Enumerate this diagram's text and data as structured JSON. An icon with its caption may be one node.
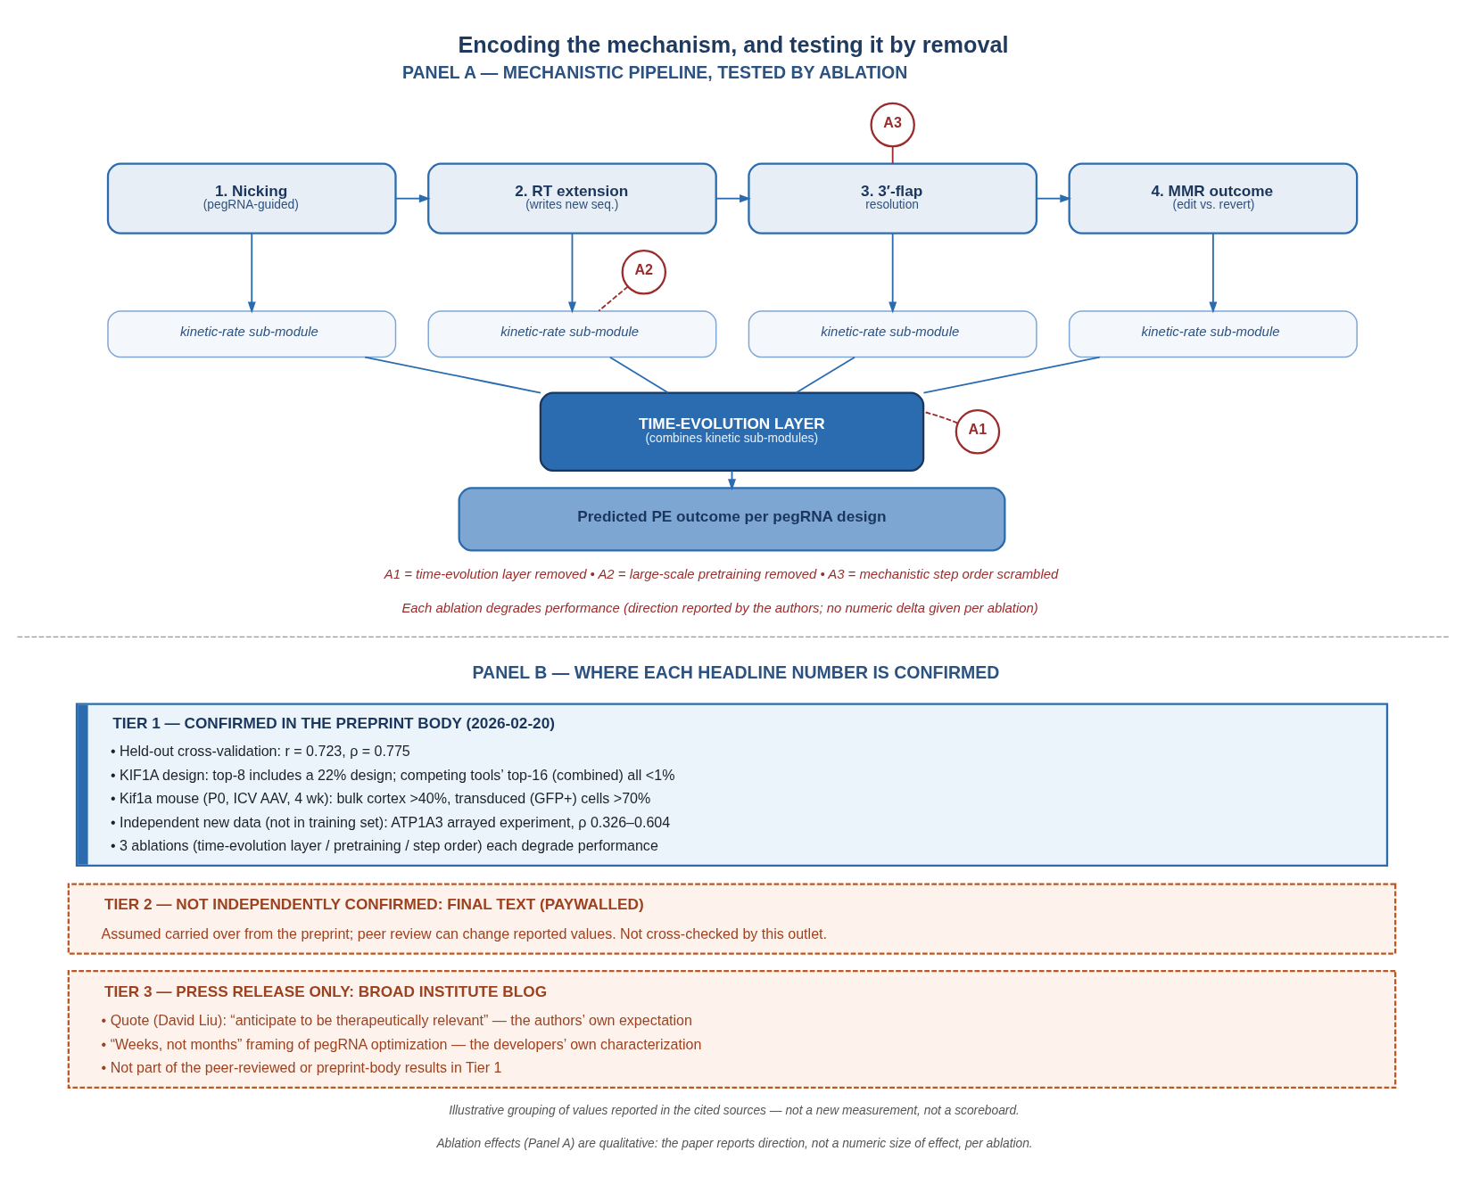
{
  "diagram": {
    "title": "Encoding the mechanism, and testing it by removal",
    "nodes": [
      {
        "text": [
          "1. Nicking",
          "(pegRNA-guided)"
        ]
      },
      {
        "text": [
          "2. RT extension",
          "(writes new seq.)"
        ]
      },
      {
        "text": [
          "3. 3′-flap",
          "resolution"
        ]
      },
      {
        "text": [
          "4. MMR outcome",
          "(edit vs. revert)"
        ]
      },
      {
        "text": [
          "kinetic-rate sub-module"
        ]
      },
      {
        "text": [
          "kinetic-rate sub-module"
        ]
      },
      {
        "text": [
          "kinetic-rate sub-module"
        ]
      },
      {
        "text": [
          "kinetic-rate sub-module"
        ]
      },
      {
        "text": [
          "TIME-EVOLUTION LAYER",
          "(combines kinetic sub-modules)"
        ]
      },
      {
        "text": [
          "Predicted PE outcome per pegRNA design"
        ]
      },
      {
        "text": [
          "A1"
        ]
      },
      {
        "text": [
          "A2"
        ]
      },
      {
        "text": [
          "A3"
        ]
      },
      {
        "text": [
          "TIER 1 — CONFIRMED IN THE PREPRINT BODY (2026-02-20)",
          "• Held-out cross-validation: r = 0.723, ρ = 0.775",
          "• KIF1A design: top-8 includes a 22% design; competing tools’ top-16 (combined) all <1%",
          "• Kif1a mouse (P0, ICV AAV, 4 wk): bulk cortex >40%, transduced (GFP+) cells >70%",
          "• Independent new data (not in training set): ATP1A3 arrayed experiment, ρ 0.326–0.604",
          "• 3 ablations (time-evolution layer / pretraining / step order) each degrade performance"
        ]
      },
      {
        "text": [
          "TIER 2 — NOT INDEPENDENTLY CONFIRMED: FINAL TEXT (PAYWALLED)",
          "Assumed carried over from the preprint; peer review can change reported values. Not cross-checked by this outlet."
        ]
      },
      {
        "text": [
          "TIER 3 — PRESS RELEASE ONLY: BROAD INSTITUTE BLOG",
          "• Quote (David Liu): “anticipate to be therapeutically relevant” — the authors’ own expectation",
          "• “Weeks, not months” framing of pegRNA optimization — the developers’ own characterization",
          "• Not part of the peer-reviewed or preprint-body results in Tier 1"
        ]
      }
    ],
    "edges": [
      {
        "from": 0,
        "to": 1,
        "arrow": "to"
      },
      {
        "from": 1,
        "to": 2,
        "arrow": "to"
      },
      {
        "from": 2,
        "to": 3,
        "arrow": "to"
      },
      {
        "from": 0,
        "to": 4,
        "arrow": "to"
      },
      {
        "from": 1,
        "to": 5,
        "arrow": "to"
      },
      {
        "from": 2,
        "to": 6,
        "arrow": "to"
      },
      {
        "from": 3,
        "to": 7,
        "arrow": "to"
      },
      {
        "from": 4,
        "to": 8,
        "arrow": "none"
      },
      {
        "from": 5,
        "to": 8,
        "arrow": "none"
      },
      {
        "from": 6,
        "to": 8,
        "arrow": "none"
      },
      {
        "from": 7,
        "to": 8,
        "arrow": "none"
      },
      {
        "from": 8,
        "to": 9,
        "arrow": "to"
      },
      {
        "from": 10,
        "to": 8,
        "arrow": "none",
        "style": "dashed",
        "color": "#9b2c2c"
      },
      {
        "from": 11,
        "to": 5,
        "arrow": "none",
        "style": "dashed",
        "color": "#9b2c2c"
      },
      {
        "from": 12,
        "to": 2,
        "arrow": "none",
        "color": "#9b2c2c"
      }
    ],
    "labels": [
      "PANEL A — MECHANISTIC PIPELINE, TESTED BY ABLATION",
      "A1 = time-evolution layer removed • A2 = large-scale pretraining removed • A3 = mechanistic step order scrambled",
      "Each ablation degrades performance (direction reported by the authors; no numeric delta given per ablation)",
      "PANEL B — WHERE EACH HEADLINE NUMBER IS CONFIRMED",
      "Illustrative grouping of values reported in the cited sources — not a new measurement, not a scoreboard.",
      "Ablation effects (Panel A) are qualitative: the paper reports direction, not a numeric size of effect, per ablation."
    ]
  }
}
